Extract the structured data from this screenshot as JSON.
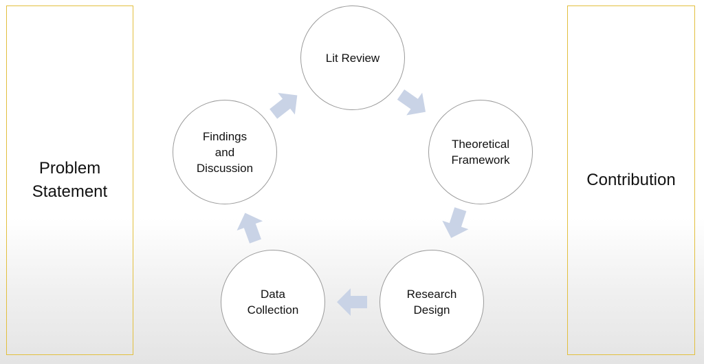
{
  "left_panel": {
    "lines": [
      "Problem",
      "Statement"
    ]
  },
  "right_panel": {
    "lines": [
      "Contribution"
    ]
  },
  "cycle": {
    "nodes": [
      {
        "id": "lit-review",
        "lines": [
          "Lit Review"
        ]
      },
      {
        "id": "theoretical-framework",
        "lines": [
          "Theoretical",
          "Framework"
        ]
      },
      {
        "id": "research-design",
        "lines": [
          "Research",
          "Design"
        ]
      },
      {
        "id": "data-collection",
        "lines": [
          "Data",
          "Collection"
        ]
      },
      {
        "id": "findings-and-discussion",
        "lines": [
          "Findings",
          "and",
          "Discussion"
        ]
      }
    ],
    "arrow_color": "#c9d3e6"
  }
}
